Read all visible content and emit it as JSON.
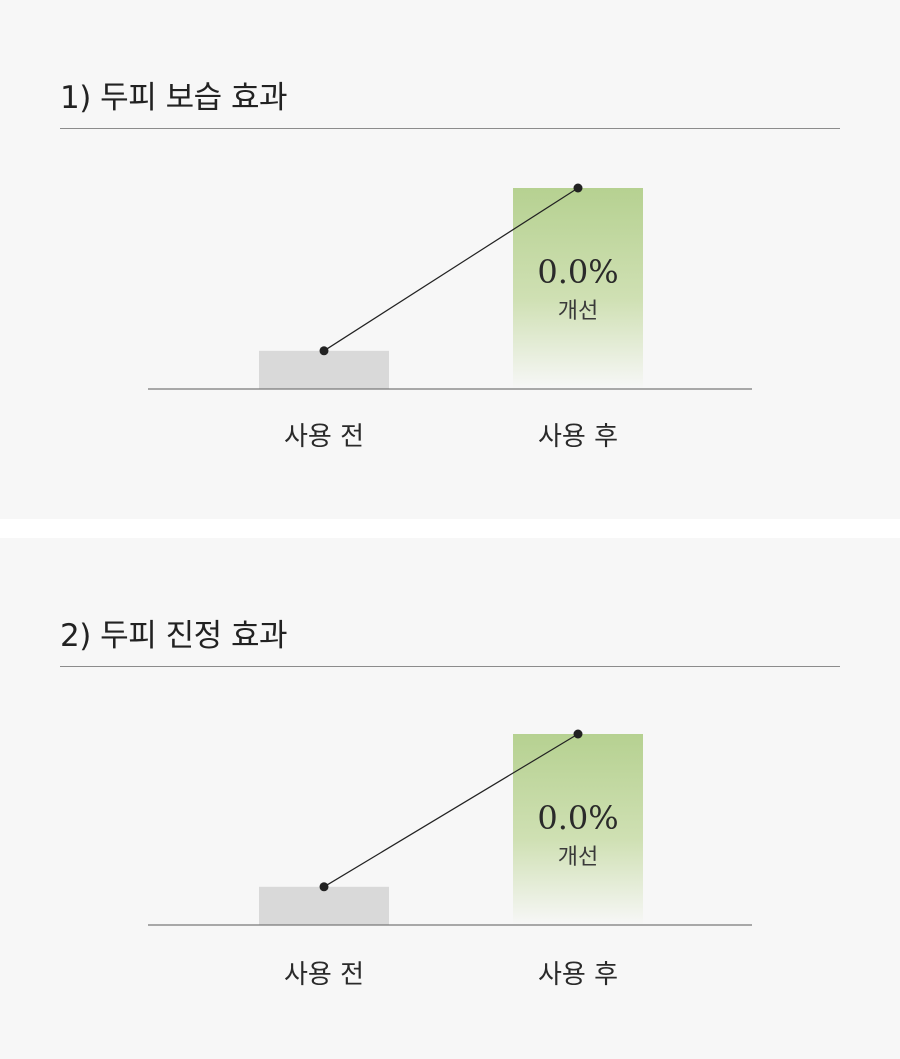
{
  "chart_data": [
    {
      "type": "bar",
      "title": "1) 두피 보습 효과",
      "categories": [
        "사용 전",
        "사용 후"
      ],
      "values": [
        19,
        100
      ],
      "ylim": [
        0,
        100
      ],
      "annotation": {
        "percent": "0.0%",
        "label": "개선"
      },
      "grid": false
    },
    {
      "type": "bar",
      "title": "2) 두피 진정 효과",
      "categories": [
        "사용 전",
        "사용 후"
      ],
      "values": [
        20,
        100
      ],
      "ylim": [
        0,
        100
      ],
      "annotation": {
        "percent": "0.0%",
        "label": "개선"
      },
      "grid": false
    }
  ],
  "colors": {
    "before_bar": "#d9d9d9",
    "after_bar_top": "#b6d191",
    "after_bar_bottom": "#f7f7f7",
    "line": "#222222",
    "axis": "#7a7a7a"
  }
}
